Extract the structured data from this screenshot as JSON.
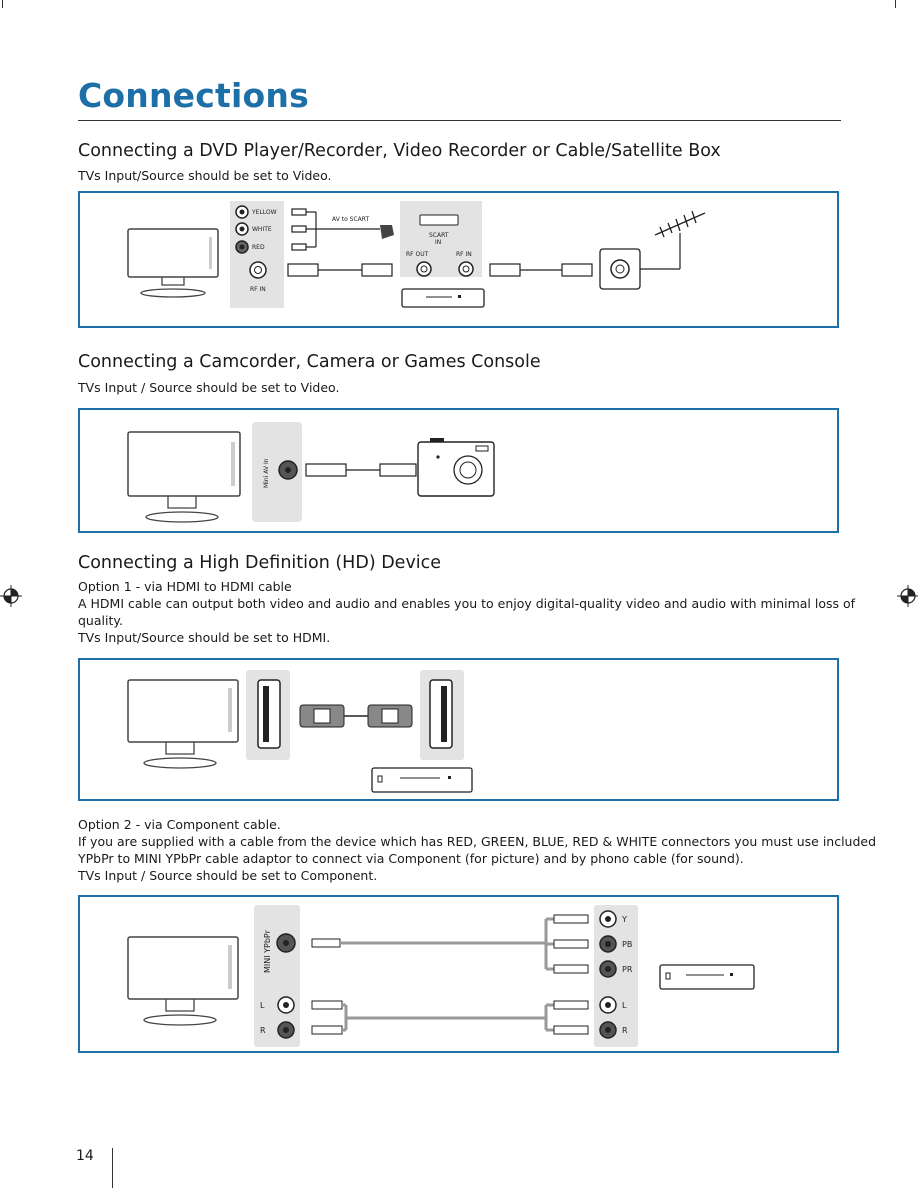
{
  "page": {
    "title": "Connections",
    "page_number": "14"
  },
  "section1": {
    "heading": "Connecting a DVD Player/Recorder, Video Recorder or Cable/Satellite Box",
    "instruction": "TVs Input/Source should be set to Video.",
    "labels": {
      "yellow": "YELLOW",
      "white": "WHITE",
      "red": "RED",
      "rf_in_tv": "RF IN",
      "av_to_scart": "AV to SCART",
      "scart": "SCART",
      "scart_in": "IN",
      "rf_out": "RF OUT",
      "rf_in_device": "RF IN"
    }
  },
  "section2": {
    "heading": "Connecting a Camcorder, Camera or Games Console",
    "instruction": "TVs Input / Source should be set to Video.",
    "labels": {
      "mini_av_in": "Mini AV In"
    }
  },
  "section3": {
    "heading": "Connecting a High Definition (HD) Device",
    "option1": "Option 1 - via HDMI to HDMI cable",
    "desc_line1": "A HDMI cable can output both video and audio and enables you to enjoy digital-quality video and audio with minimal loss of",
    "desc_line2": "quality.",
    "instruction": "TVs Input/Source should be set to HDMI.",
    "option2": "Option 2 - via Component cable.",
    "comp_line1": "If you are supplied with a cable from the device which has RED, GREEN, BLUE, RED & WHITE connectors you must use  included",
    "comp_line2": "YPbPr to MINI YPbPr cable adaptor to connect via Component (for picture) and by phono cable (for sound).",
    "comp_instruction": "TVs Input / Source should be set to Component.",
    "labels": {
      "mini_ypbpr": "MINI YPbPr",
      "l": "L",
      "r": "R",
      "y": "Y",
      "pb": "PB",
      "pr": "PR",
      "l2": "L",
      "r2": "R"
    }
  }
}
